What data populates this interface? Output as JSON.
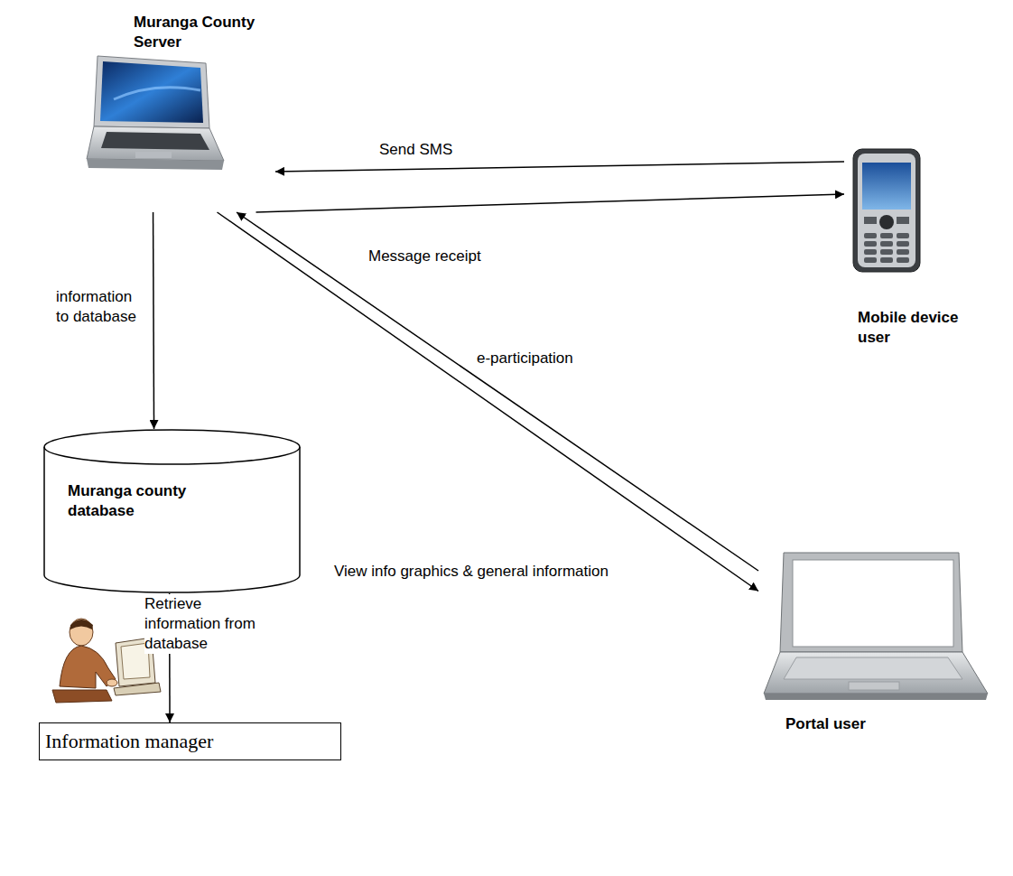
{
  "diagram": {
    "nodes": [
      {
        "text": [
          "Muranga County Server"
        ]
      },
      {
        "text": [
          "Mobile device user"
        ]
      },
      {
        "text": [
          "Muranga county database"
        ]
      },
      {
        "text": [
          "Portal user"
        ]
      },
      {
        "text": [
          "Information manager"
        ]
      }
    ],
    "edges": [
      {
        "from": 1,
        "to": 0,
        "label": "Send SMS",
        "arrow": "to"
      },
      {
        "from": 0,
        "to": 1,
        "label": "Message receipt",
        "arrow": "to"
      },
      {
        "from": 0,
        "to": 2,
        "label": "information to database",
        "arrow": "to"
      },
      {
        "from": 3,
        "to": 0,
        "label": "e-participation",
        "arrow": "to"
      },
      {
        "from": 0,
        "to": 3,
        "label": "View info graphics & general information",
        "arrow": "to"
      },
      {
        "from": 2,
        "to": 4,
        "label": "Retrieve information from database",
        "arrow": "to"
      }
    ]
  }
}
